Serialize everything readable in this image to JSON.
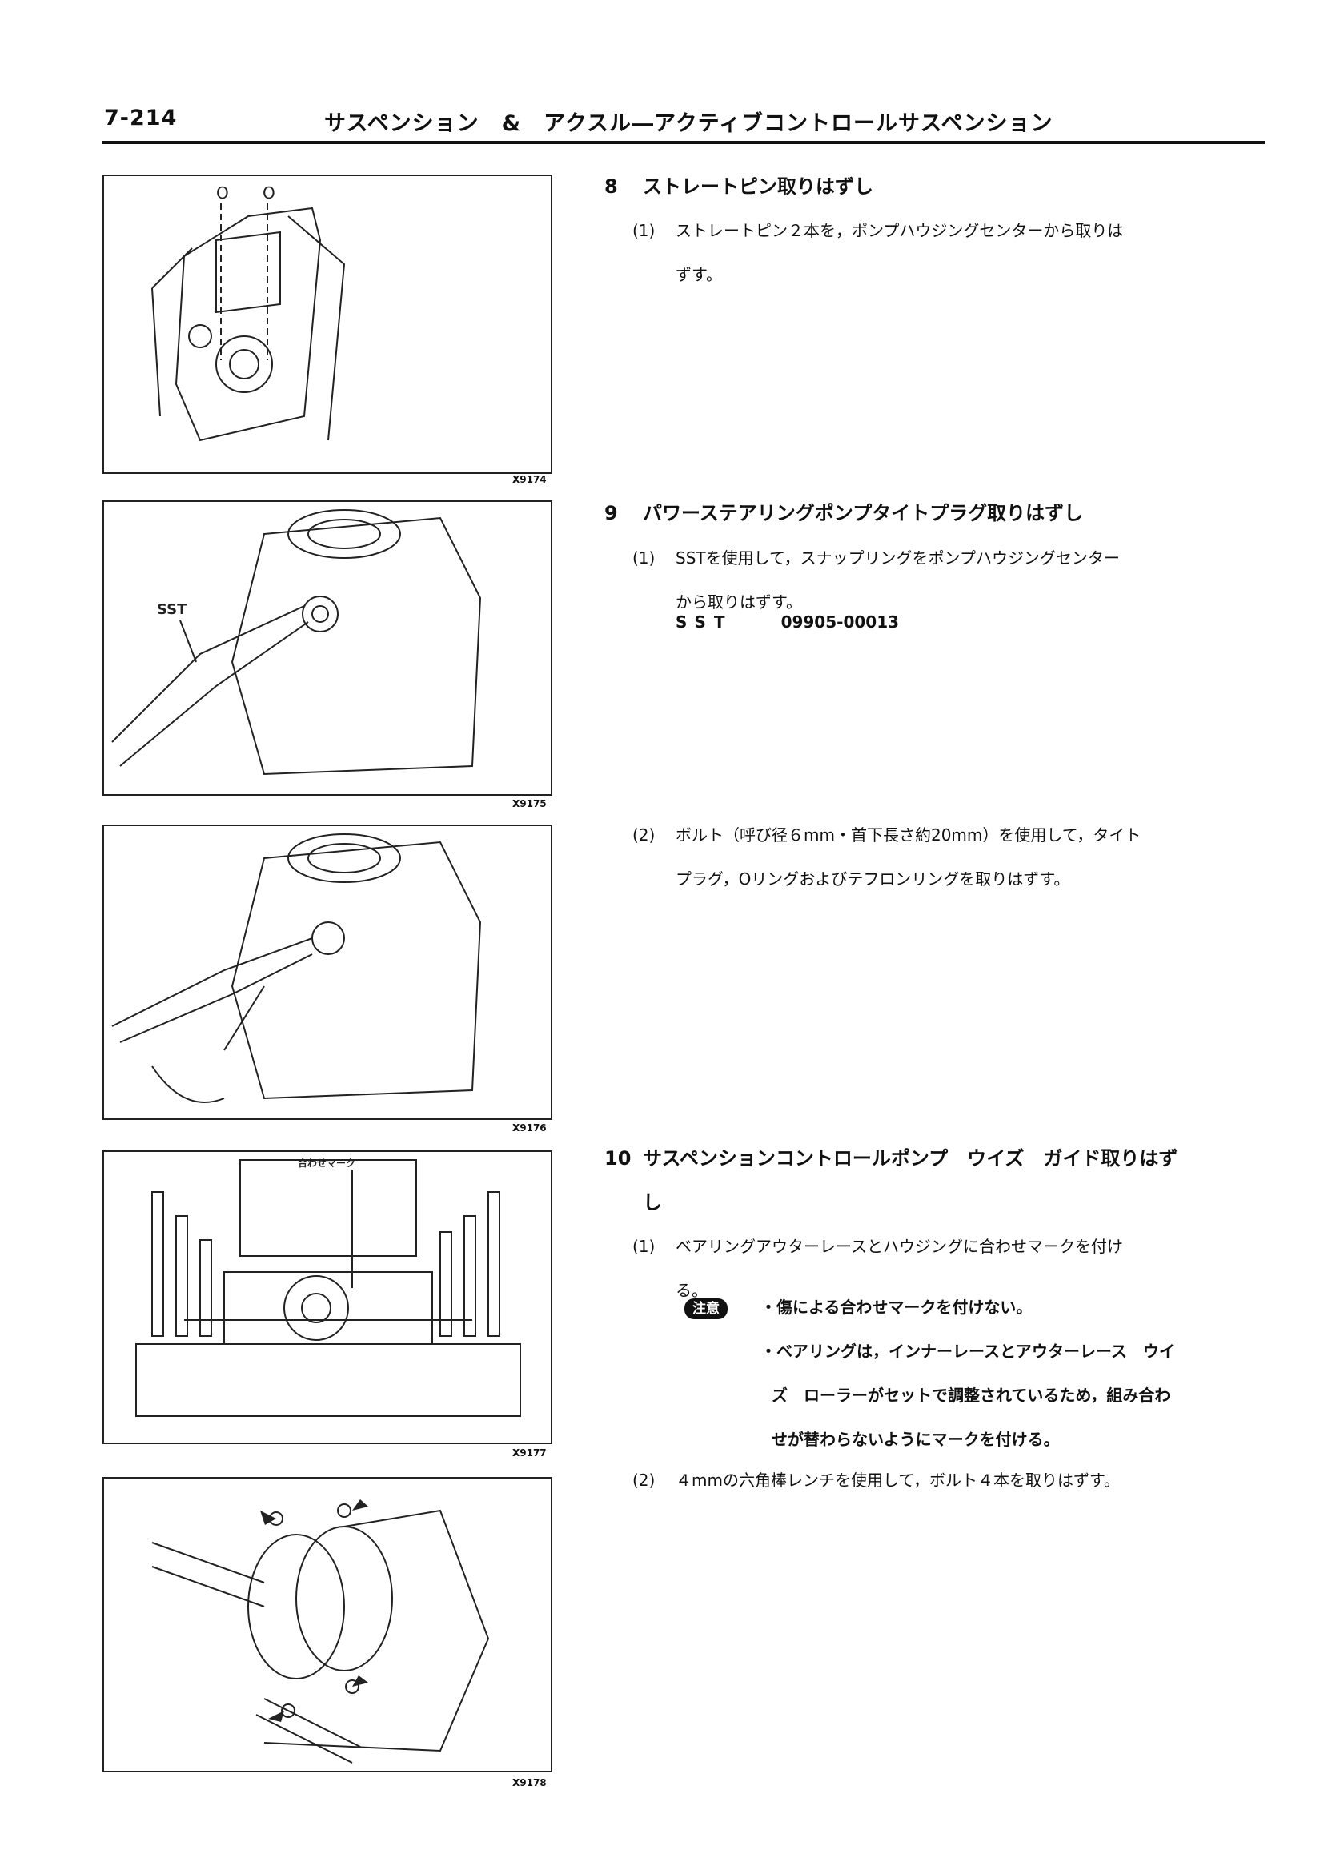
{
  "header": {
    "page_number": "7-214",
    "title": "サスペンション　&　アクスル―アクティブコントロールサスペンション"
  },
  "figures": [
    {
      "code": "X9174",
      "labels": [
        "O",
        "O"
      ]
    },
    {
      "code": "X9175",
      "labels": [
        "SST"
      ]
    },
    {
      "code": "X9176",
      "labels": []
    },
    {
      "code": "X9177",
      "labels": [
        "合わせマーク"
      ]
    },
    {
      "code": "X9178",
      "labels": []
    }
  ],
  "steps": [
    {
      "number": "8",
      "title": "ストレートピン取りはずし",
      "items": [
        {
          "number": "(1)",
          "lines": [
            "ストレートピン２本を，ポンプハウジングセンターから取りは",
            "ずす。"
          ]
        }
      ]
    },
    {
      "number": "9",
      "title": "パワーステアリングポンプタイトプラグ取りはずし",
      "items": [
        {
          "number": "(1)",
          "lines": [
            "SSTを使用して，スナップリングをポンプハウジングセンター",
            "から取りはずす。"
          ],
          "sst_label": "SST",
          "sst_number": "09905-00013"
        },
        {
          "number": "(2)",
          "lines": [
            "ボルト（呼び径６mm・首下長さ約20mm）を使用して，タイト",
            "プラグ，Oリングおよびテフロンリングを取りはずす。"
          ]
        }
      ]
    },
    {
      "number": "10",
      "title_lines": [
        "サスペンションコントロールポンプ　ウイズ　ガイド取りはず",
        "し"
      ],
      "items": [
        {
          "number": "(1)",
          "lines": [
            "ベアリングアウターレースとハウジングに合わせマークを付け",
            "る。"
          ]
        },
        {
          "number": "(2)",
          "lines": [
            "４mmの六角棒レンチを使用して，ボルト４本を取りはずす。"
          ]
        }
      ],
      "caution": {
        "label": "注意",
        "notes": [
          [
            "・傷による合わせマークを付けない。"
          ],
          [
            "・ベアリングは，インナーレースとアウターレース　ウイ",
            "ズ　ローラーがセットで調整されているため，組み合わ",
            "せが替わらないようにマークを付ける。"
          ]
        ]
      }
    }
  ]
}
